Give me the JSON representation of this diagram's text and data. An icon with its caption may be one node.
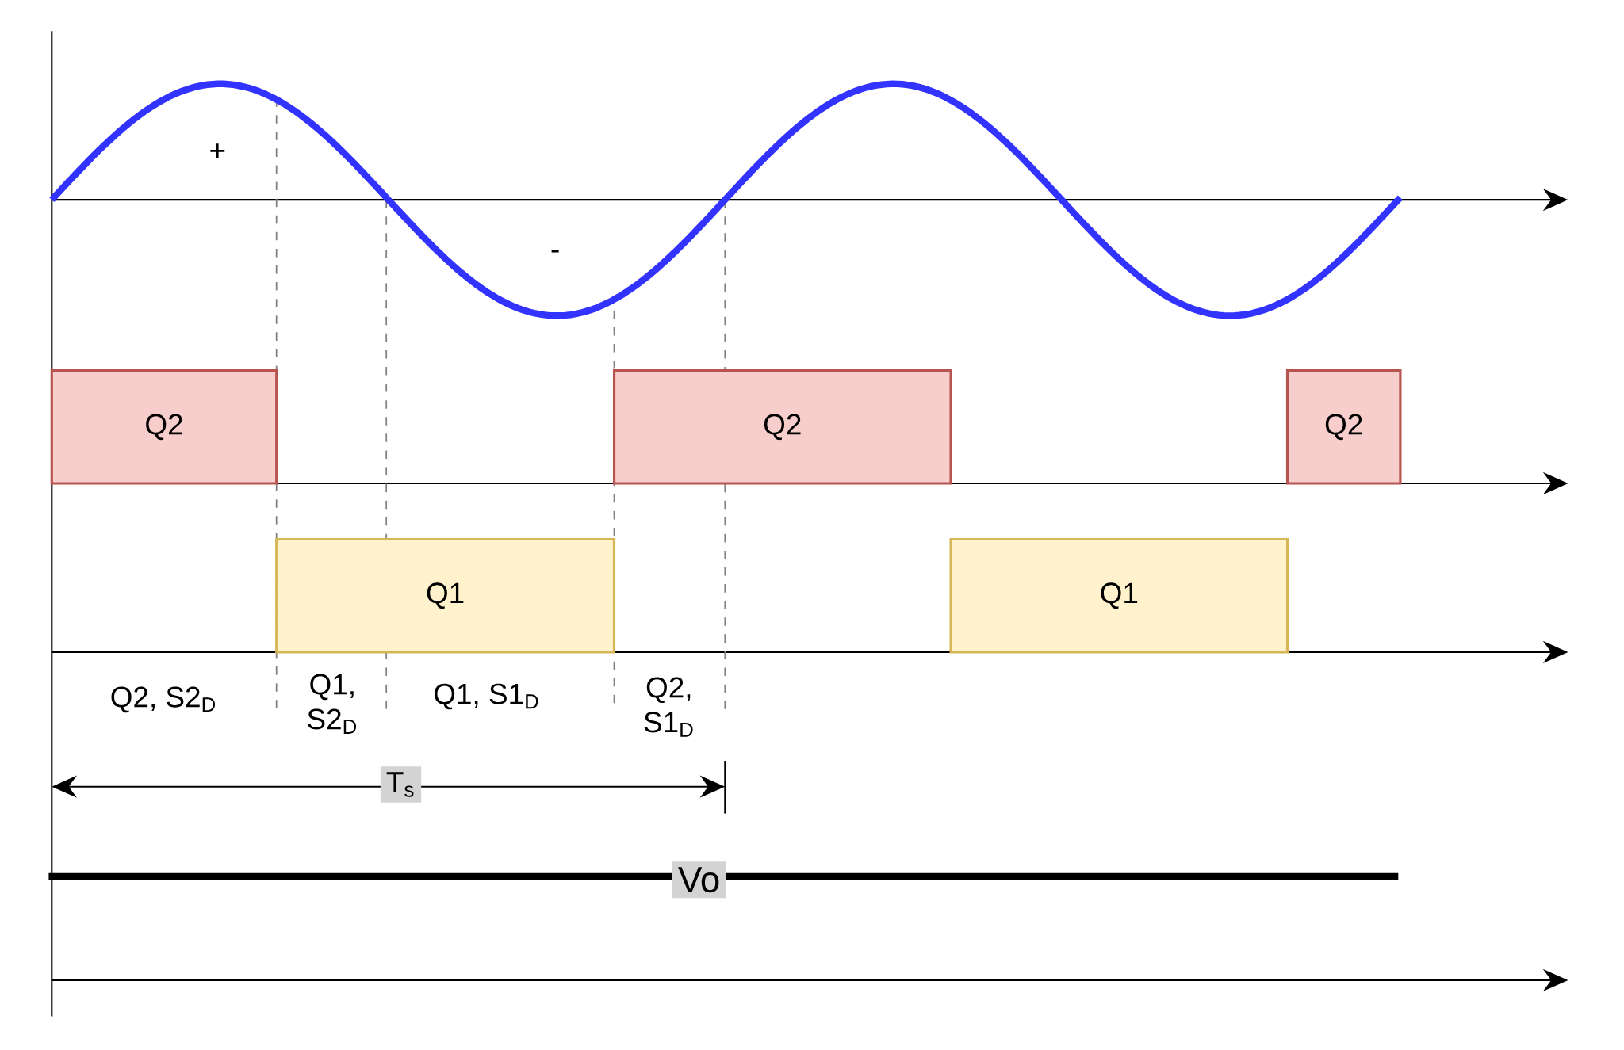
{
  "diagram": {
    "nodes": [
      {
        "text": [
          "Q2"
        ]
      },
      {
        "text": [
          "Q2"
        ]
      },
      {
        "text": [
          "Q2"
        ]
      },
      {
        "text": [
          "Q1"
        ]
      },
      {
        "text": [
          "Q1"
        ]
      }
    ],
    "labels": [
      "+",
      "-",
      "Q2, S2$_{D}$",
      "Q1, S2$_{D}$",
      "Q1, S1$_{D}$",
      "Q2, S1$_{D}$",
      "T$_{s}$",
      "Vo"
    ]
  }
}
